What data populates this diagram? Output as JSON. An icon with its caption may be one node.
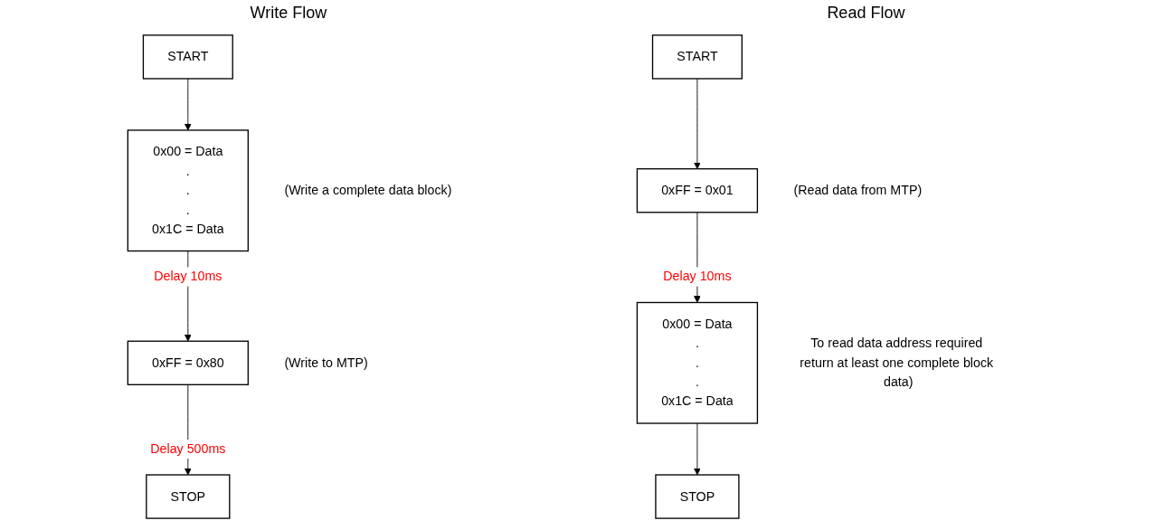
{
  "diagram": {
    "nodes": [
      {
        "text": [
          "START"
        ]
      },
      {
        "text": [
          "0x00 = Data",
          ".",
          ".",
          ".",
          "0x1C = Data"
        ],
        "beside": [
          "(Write a complete data block)"
        ]
      },
      {
        "text": [
          "0xFF = 0x80"
        ],
        "beside": [
          "(Write to MTP)"
        ]
      },
      {
        "text": [
          "STOP"
        ]
      },
      {
        "text": [
          "START"
        ]
      },
      {
        "text": [
          "0xFF = 0x01"
        ],
        "beside": [
          "(Read data from MTP)"
        ]
      },
      {
        "text": [
          "0x00 = Data",
          ".",
          ".",
          ".",
          "0x1C = Data"
        ],
        "beside": [
          "To read data address required return at least one complete block data)"
        ]
      },
      {
        "text": [
          "STOP"
        ]
      }
    ],
    "edges": [
      {
        "from": 0,
        "to": 1,
        "arrow": "to"
      },
      {
        "from": 1,
        "to": 2,
        "arrow": "to",
        "label": "Delay 10ms"
      },
      {
        "from": 2,
        "to": 3,
        "arrow": "to",
        "label": "Delay 500ms"
      },
      {
        "from": 4,
        "to": 5,
        "arrow": "to"
      },
      {
        "from": 5,
        "to": 6,
        "arrow": "to",
        "label": "Delay 10ms"
      },
      {
        "from": 6,
        "to": 7,
        "arrow": "to"
      }
    ],
    "labels": [
      "Write Flow",
      "Read Flow"
    ]
  }
}
